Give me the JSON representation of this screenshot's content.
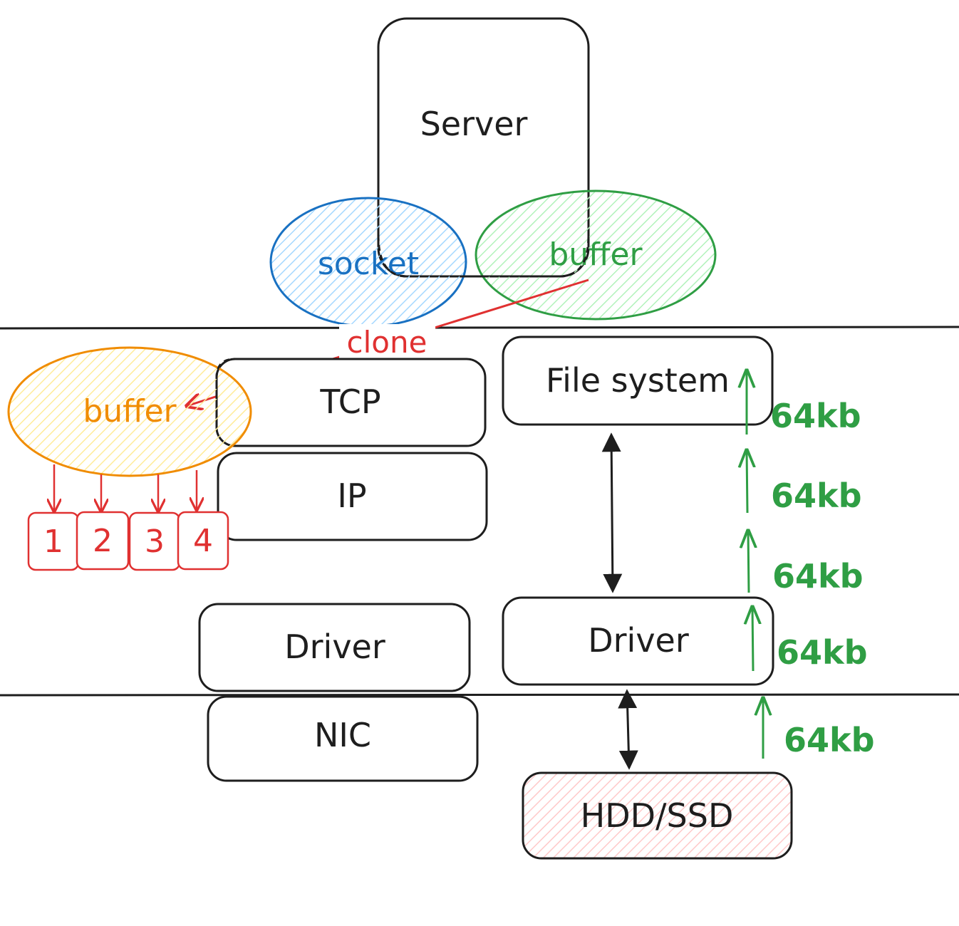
{
  "colors": {
    "ink": "#1e1e1e",
    "socket": "#1971c2",
    "socket_fill": "#a5d8ff",
    "buffer": "#2f9e44",
    "buffer_fill": "#b2f2bb",
    "clone": "#e03131",
    "copy_buffer": "#f08c00",
    "copy_buffer_fill": "#ffec99",
    "storage_fill": "#ffc9c9"
  },
  "server": {
    "label": "Server"
  },
  "socket": {
    "label": "socket"
  },
  "app_buffer": {
    "label": "buffer"
  },
  "clone": {
    "label": "clone"
  },
  "kernel_buffer": {
    "label": "buffer"
  },
  "chunks": [
    "1",
    "2",
    "3",
    "4"
  ],
  "network_stack": {
    "tcp": "TCP",
    "ip": "IP",
    "driver": "Driver",
    "nic": "NIC"
  },
  "storage_stack": {
    "file_system": "File system",
    "driver": "Driver",
    "disk": "HDD/SSD"
  },
  "block_sizes": [
    "64kb",
    "64kb",
    "64kb",
    "64kb",
    "64kb"
  ]
}
